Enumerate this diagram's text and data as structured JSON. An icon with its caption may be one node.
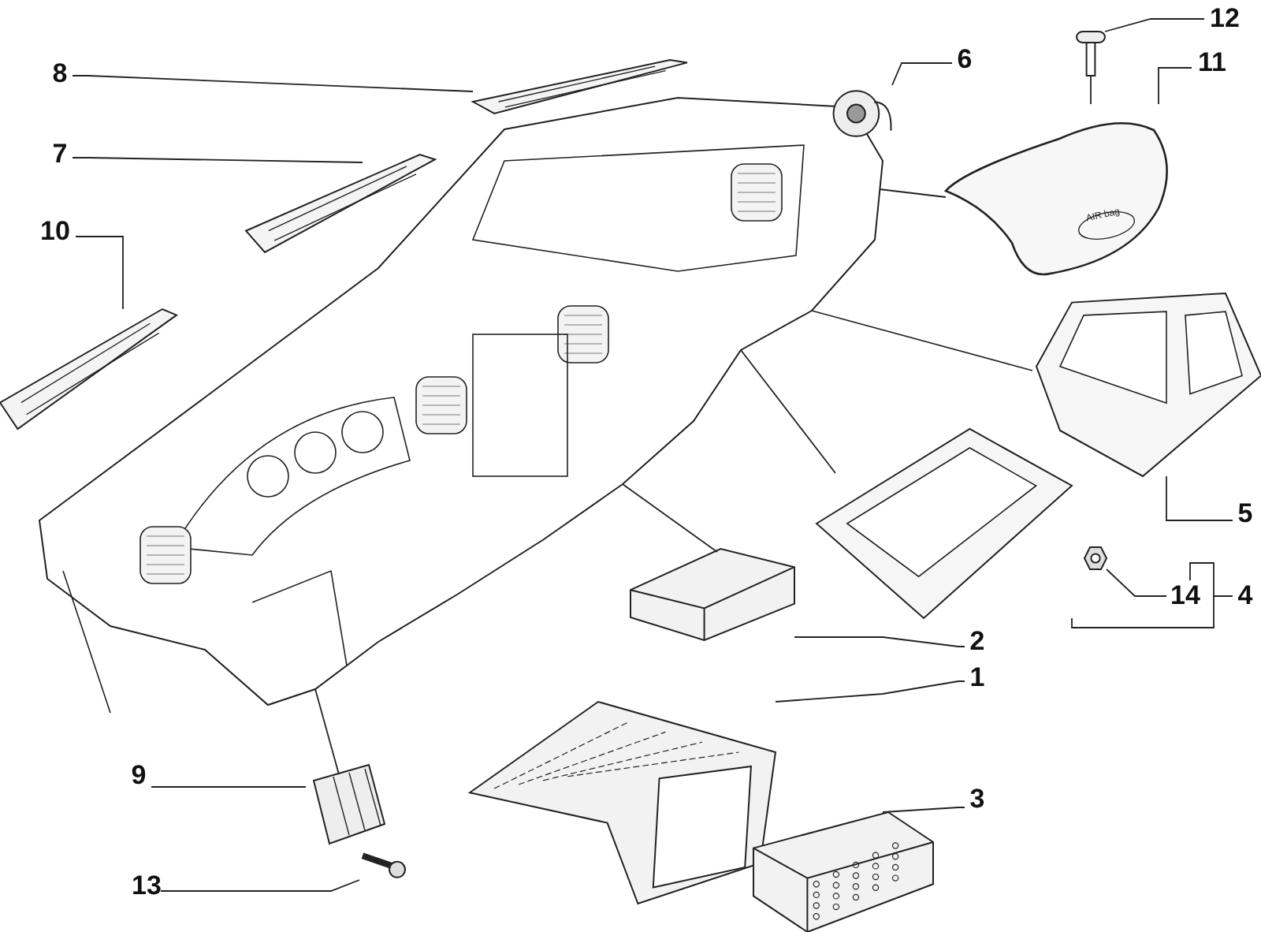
{
  "diagram": {
    "nodes": [
      {
        "text": [
          "8"
        ]
      },
      {
        "text": [
          "7"
        ]
      },
      {
        "text": [
          "10"
        ]
      },
      {
        "text": [
          "6"
        ]
      },
      {
        "text": [
          "12"
        ]
      },
      {
        "text": [
          "11"
        ]
      },
      {
        "text": [
          "5"
        ]
      },
      {
        "text": [
          "14"
        ]
      },
      {
        "text": [
          "4"
        ]
      },
      {
        "text": [
          "2"
        ]
      },
      {
        "text": [
          "1"
        ]
      },
      {
        "text": [
          "3"
        ]
      },
      {
        "text": [
          "9"
        ]
      },
      {
        "text": [
          "13"
        ]
      },
      {
        "text": [],
        "shape": "picture"
      },
      {
        "text": [],
        "shape": "picture"
      },
      {
        "text": [],
        "shape": "picture"
      },
      {
        "text": [],
        "shape": "picture"
      },
      {
        "text": [],
        "shape": "picture"
      },
      {
        "text": [],
        "shape": "picture"
      },
      {
        "text": [],
        "shape": "picture"
      },
      {
        "text": [],
        "shape": "picture"
      },
      {
        "text": [],
        "shape": "picture"
      },
      {
        "text": [],
        "shape": "picture"
      },
      {
        "text": [],
        "shape": "picture"
      },
      {
        "text": [],
        "shape": "picture"
      },
      {
        "text": [],
        "shape": "picture"
      },
      {
        "text": [],
        "shape": "picture"
      },
      {
        "text": [],
        "shape": "picture"
      }
    ],
    "edges": [
      {
        "from": 0,
        "to": 14,
        "arrow": "none"
      },
      {
        "from": 1,
        "to": 15,
        "arrow": "none"
      },
      {
        "from": 2,
        "to": 16,
        "arrow": "none"
      },
      {
        "from": 3,
        "to": 17,
        "arrow": "none"
      },
      {
        "from": 4,
        "to": 18,
        "arrow": "none"
      },
      {
        "from": 5,
        "to": 19,
        "arrow": "none"
      },
      {
        "from": 6,
        "to": 20,
        "arrow": "none"
      },
      {
        "from": 7,
        "to": 21,
        "arrow": "none"
      },
      {
        "from": 8,
        "to": 22,
        "arrow": "none"
      },
      {
        "from": 8,
        "to": 7,
        "arrow": "none"
      },
      {
        "from": 9,
        "to": 23,
        "arrow": "none"
      },
      {
        "from": 10,
        "to": 24,
        "arrow": "none"
      },
      {
        "from": 11,
        "to": 25,
        "arrow": "none"
      },
      {
        "from": 12,
        "to": 26,
        "arrow": "none"
      },
      {
        "from": 13,
        "to": 27,
        "arrow": "none"
      },
      {
        "from": 18,
        "to": 19,
        "arrow": "none"
      },
      {
        "from": 28,
        "to": 19,
        "arrow": "none"
      },
      {
        "from": 28,
        "to": 20,
        "arrow": "none"
      },
      {
        "from": 28,
        "to": 22,
        "arrow": "none"
      },
      {
        "from": 28,
        "to": 23,
        "arrow": "none"
      },
      {
        "from": 28,
        "to": 26,
        "arrow": "none"
      }
    ],
    "labels": [
      "AIR bag"
    ]
  }
}
